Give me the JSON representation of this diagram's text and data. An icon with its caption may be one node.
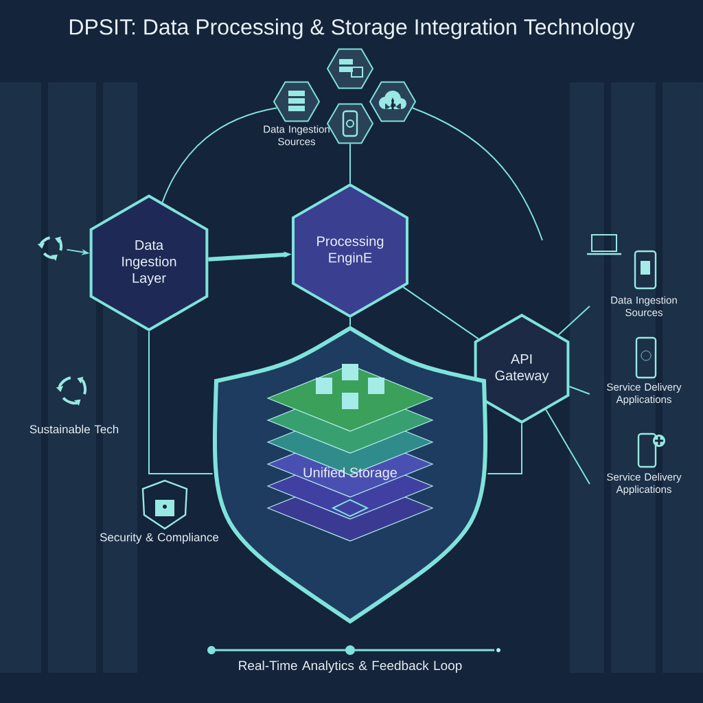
{
  "diagram": {
    "title": "DPSIT: Data Processing & Storage Integration Technology",
    "nodes": [
      {
        "text": [],
        "shape": "picture"
      },
      {
        "text": [
          "Data Ingestion Layer"
        ]
      },
      {
        "text": [
          "Processing EnginE"
        ]
      },
      {
        "text": [
          "API Gateway"
        ]
      },
      {
        "text": [
          "Unified Storage"
        ]
      },
      {
        "text": [],
        "shape": "hexagon"
      },
      {
        "text": [],
        "shape": "hexagon"
      },
      {
        "text": [],
        "shape": "hexagon"
      },
      {
        "text": [],
        "shape": "hexagon"
      },
      {
        "text": [
          "Data Ingestion Sources"
        ]
      },
      {
        "text": [
          "Service Delivery Applications"
        ]
      },
      {
        "text": [
          "Service Delivery Applications"
        ]
      }
    ],
    "edges": [
      {
        "from": 0,
        "to": 1,
        "arrow": "to"
      },
      {
        "from": 1,
        "to": 2,
        "arrow": "to",
        "style": "thick"
      },
      {
        "from": 7,
        "to": 2,
        "arrow": "none"
      },
      {
        "from": 5,
        "to": 1,
        "arrow": "none"
      },
      {
        "from": 8,
        "to": null,
        "arrow": "none"
      },
      {
        "from": 2,
        "to": 3,
        "arrow": "none"
      },
      {
        "from": 2,
        "to": 4,
        "arrow": "none"
      },
      {
        "from": 1,
        "to": 4,
        "arrow": "none"
      },
      {
        "from": 3,
        "to": 4,
        "arrow": "none"
      },
      {
        "from": 3,
        "to": 9,
        "arrow": "none"
      },
      {
        "from": 3,
        "to": 10,
        "arrow": "none"
      },
      {
        "from": 3,
        "to": 11,
        "arrow": "none"
      }
    ],
    "labels": [
      "Data Ingestion Sources",
      "Sustainable Tech",
      "Security & Compliance",
      "Real-Time Analytics & Feedback Loop"
    ]
  }
}
